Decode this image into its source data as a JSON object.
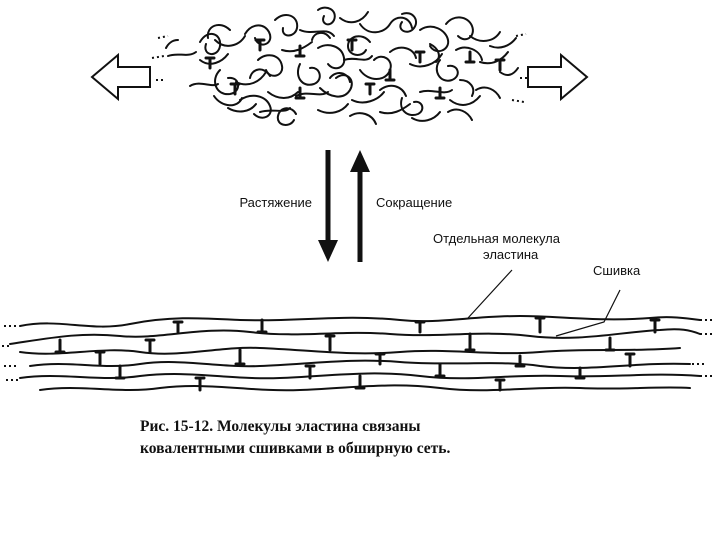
{
  "labels": {
    "stretch": "Растяжение",
    "contract": "Сокращение",
    "molecule_line1": "Отдельная молекула",
    "molecule_line2": "эластина",
    "crosslink": "Сшивка"
  },
  "caption": {
    "line1": "Рис. 15-12. Молекулы эластина связаны",
    "line2": "ковалентными сшивками в обширную сеть."
  },
  "icons": {
    "arrow_left": "left-hollow-arrow-icon",
    "arrow_right": "right-hollow-arrow-icon",
    "arrow_down": "down-arrow-icon",
    "arrow_up": "up-arrow-icon"
  },
  "colors": {
    "ink": "#111111",
    "background": "#ffffff"
  }
}
